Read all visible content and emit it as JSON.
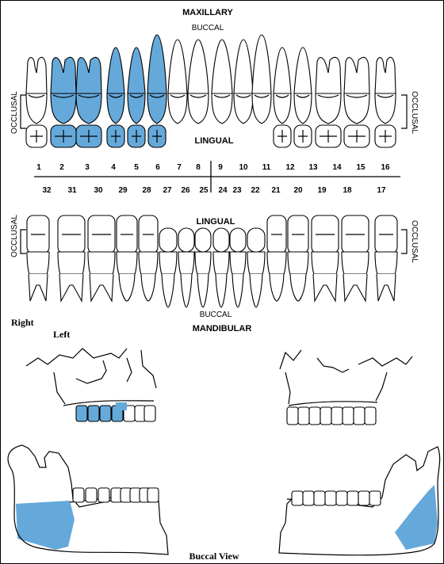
{
  "colors": {
    "highlight": "#65A9DA",
    "outline": "#000000",
    "background": "#ffffff"
  },
  "labels": {
    "maxillary": "MAXILLARY",
    "buccal_top": "BUCCAL",
    "lingual_top": "LINGUAL",
    "lingual_bottom": "LINGUAL",
    "buccal_bottom": "BUCCAL",
    "mandibular": "MANDIBULAR",
    "occlusal_left_top": "OCCLUSAL",
    "occlusal_right_top": "OCCLUSAL",
    "occlusal_left_bottom": "OCCLUSAL",
    "occlusal_right_bottom": "OCCLUSAL",
    "right": "Right",
    "left": "Left",
    "buccal_view": "Buccal View"
  },
  "upper_numbers": [
    "1",
    "2",
    "3",
    "4",
    "5",
    "6",
    "7",
    "8",
    "9",
    "10",
    "11",
    "12",
    "13",
    "14",
    "15",
    "16"
  ],
  "lower_numbers": [
    "32",
    "31",
    "30",
    "29",
    "28",
    "27",
    "26",
    "25",
    "24",
    "23",
    "22",
    "21",
    "20",
    "19",
    "18",
    "17"
  ],
  "highlighted_teeth": [
    "2",
    "3",
    "4",
    "5",
    "6"
  ]
}
